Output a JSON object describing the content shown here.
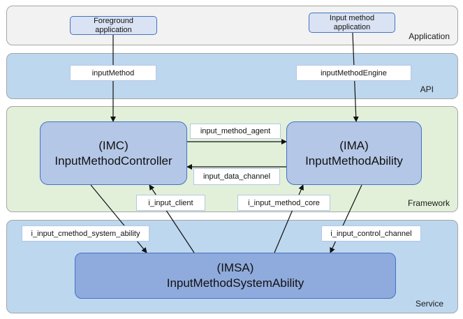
{
  "layers": {
    "application": "Application",
    "api": "API",
    "framework": "Framework",
    "service": "Service"
  },
  "apps": {
    "foreground_line1": "Foreground",
    "foreground_line2": "application",
    "input_method_line1": "Input method",
    "input_method_line2": "application"
  },
  "api_labels": {
    "input_method": "inputMethod",
    "input_method_engine": "inputMethodEngine"
  },
  "nodes": {
    "imc_abbr": "(IMC)",
    "imc_name": "InputMethodController",
    "ima_abbr": "(IMA)",
    "ima_name": "InputMethodAbility",
    "imsa_abbr": "(IMSA)",
    "imsa_name": "InputMethodSystemAbility"
  },
  "channels": {
    "input_method_agent": "input_method_agent",
    "input_data_channel": "input_data_channel",
    "i_input_client": "i_input_client",
    "i_input_method_core": "i_input_method_core",
    "i_input_cmethod_system_ability": "i_input_cmethod_system_ability",
    "i_input_control_channel": "i_input_control_channel"
  },
  "colors": {
    "application_layer": "#f2f2f2",
    "api_layer": "#bdd7ee",
    "framework_layer": "#e2f0d9",
    "service_layer": "#bdd7ee",
    "framework_node": "#b4c7e7",
    "service_node": "#8faadc",
    "app_box": "#dae3f3"
  }
}
